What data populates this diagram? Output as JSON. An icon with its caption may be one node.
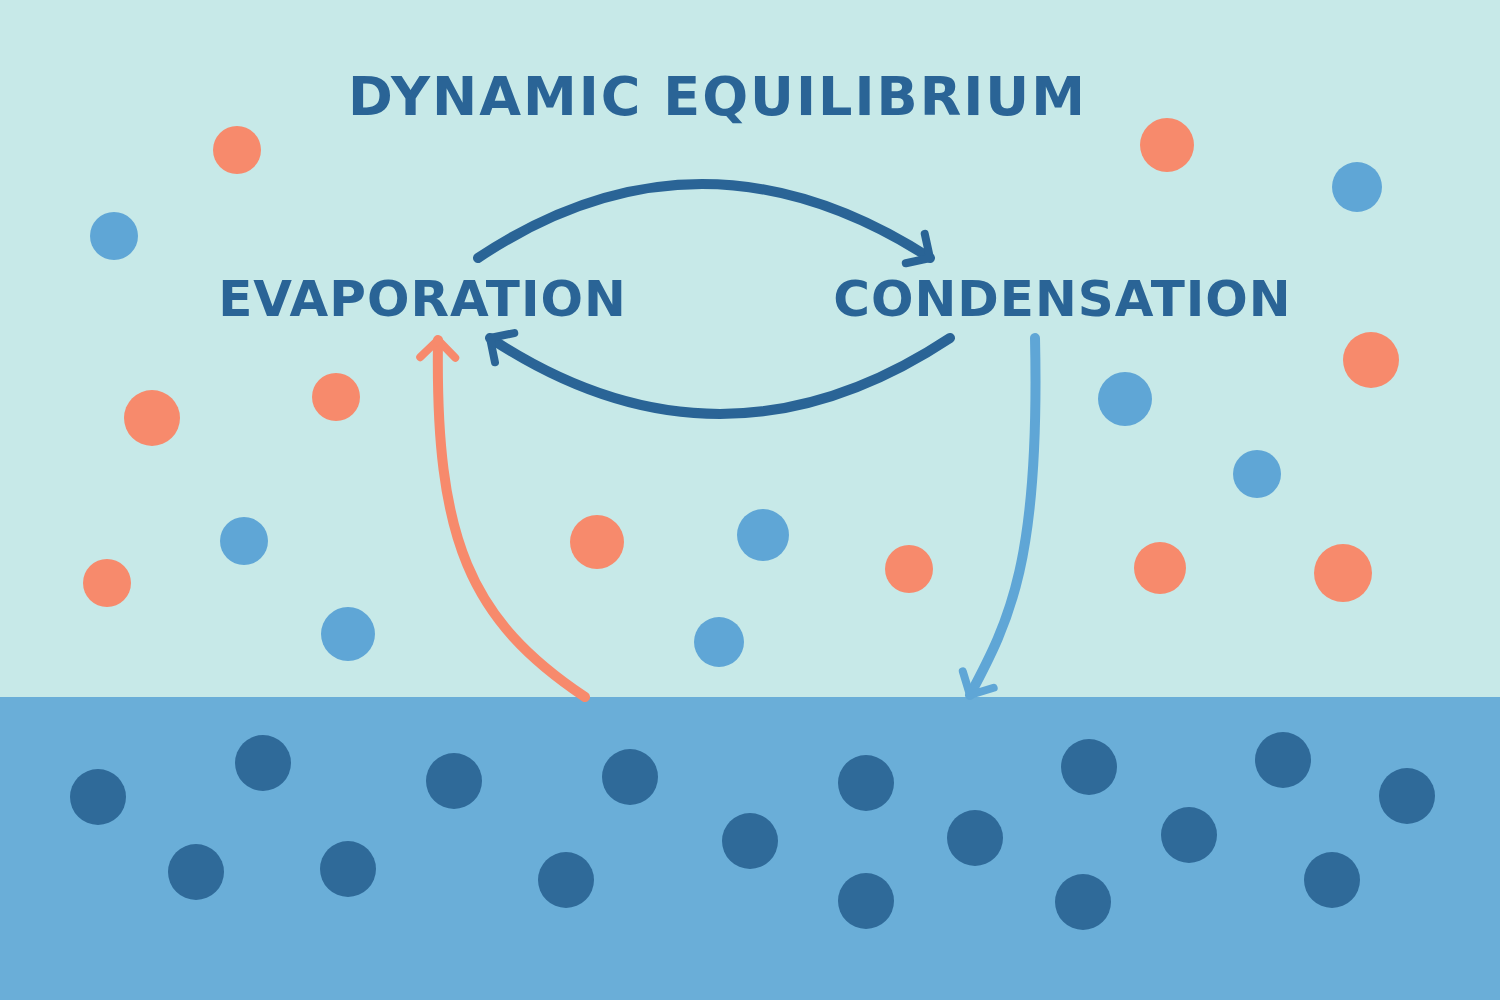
{
  "diagram": {
    "title": "DYNAMIC EQUILIBRIUM",
    "nodes": [
      {
        "text": [
          "EVAPORATION"
        ]
      },
      {
        "text": [
          "CONDENSATION"
        ]
      },
      {
        "text": [],
        "shape": "box"
      }
    ],
    "edges": [
      {
        "from": 0,
        "to": 1,
        "arrow": "to",
        "color": "#2a6496"
      },
      {
        "from": 1,
        "to": 0,
        "arrow": "to",
        "color": "#2a6496"
      },
      {
        "from": 2,
        "to": 0,
        "arrow": "to",
        "color": "#f78a6c"
      },
      {
        "from": 1,
        "to": 2,
        "arrow": "to",
        "color": "#5fa6d6"
      }
    ]
  }
}
